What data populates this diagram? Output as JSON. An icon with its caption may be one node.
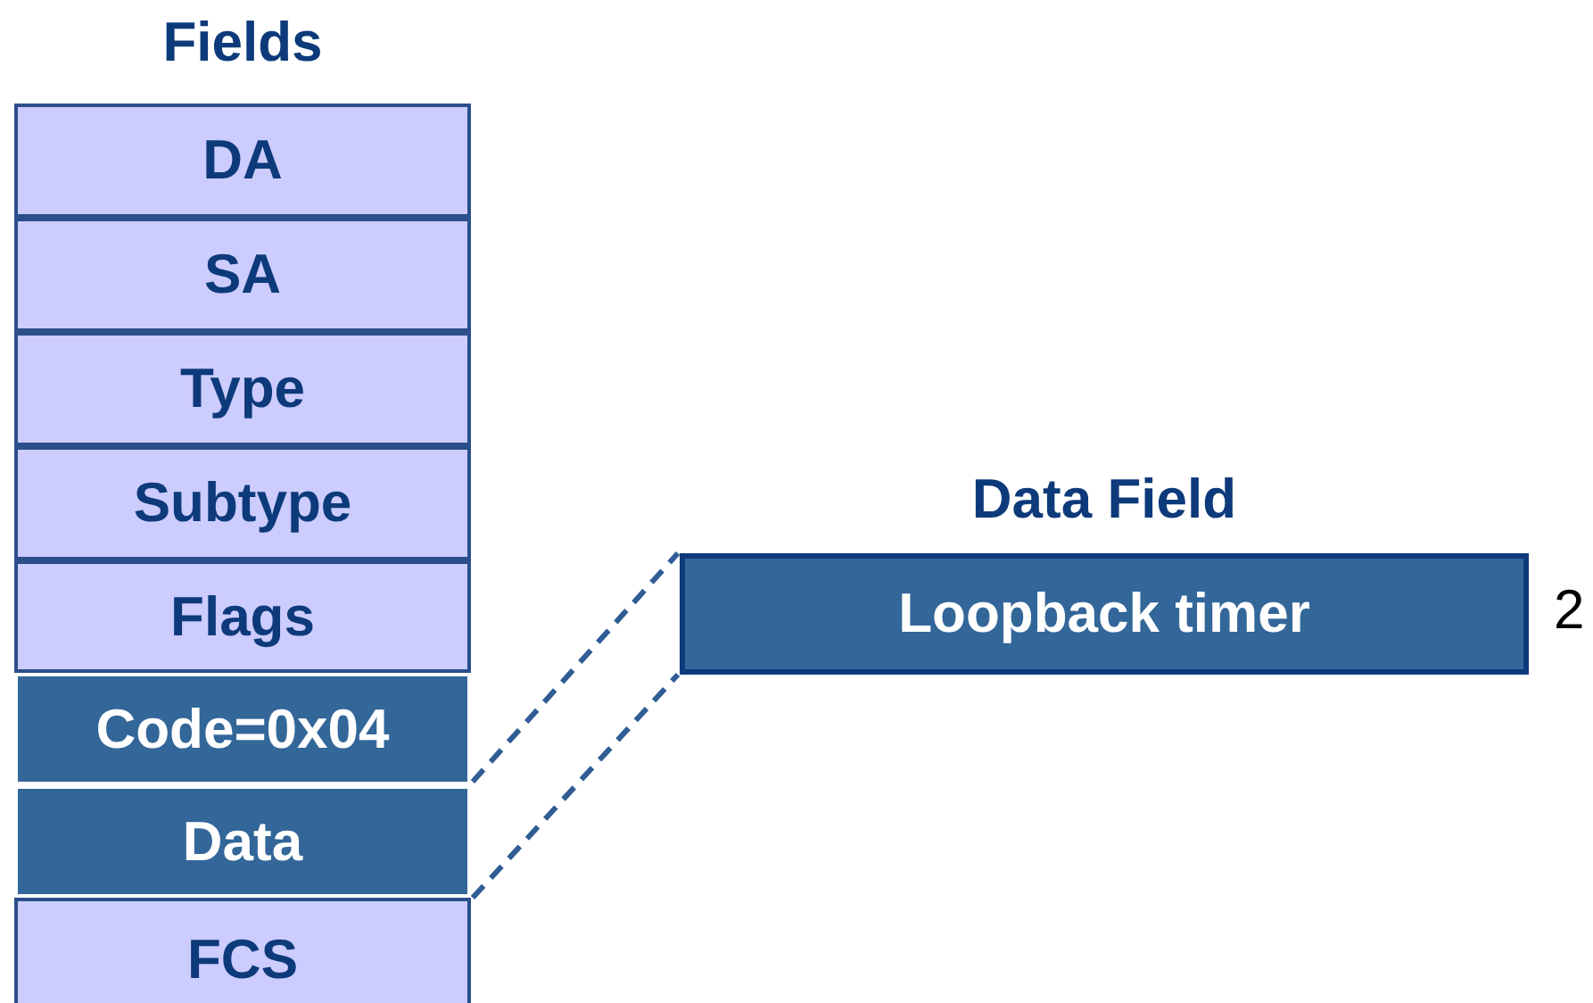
{
  "diagram": {
    "title": "Fields",
    "nodes": [
      {
        "text": [
          "DA"
        ]
      },
      {
        "text": [
          "SA"
        ]
      },
      {
        "text": [
          "Type"
        ]
      },
      {
        "text": [
          "Subtype"
        ]
      },
      {
        "text": [
          "Flags"
        ]
      },
      {
        "text": [
          "Code=0x04"
        ]
      },
      {
        "text": [
          "Data"
        ]
      },
      {
        "text": [
          "FCS"
        ]
      },
      {
        "text": [
          "Data Field",
          "Loopback timer"
        ],
        "beside": [
          "2"
        ]
      }
    ],
    "edges": [
      {
        "from": 6,
        "to": 8,
        "arrow": "none",
        "style": "dashed"
      },
      {
        "from": 6,
        "to": 8,
        "arrow": "none",
        "style": "dashed"
      }
    ]
  }
}
